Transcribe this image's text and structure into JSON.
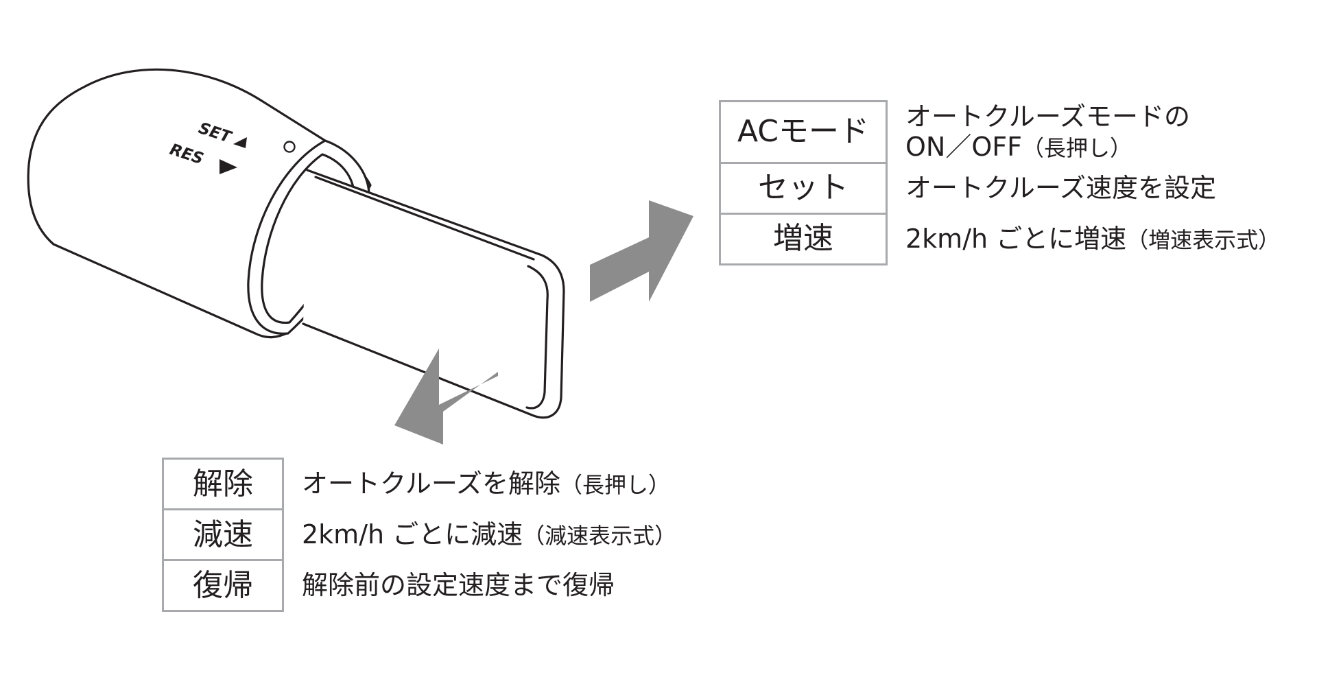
{
  "lever": {
    "set_label": "SET",
    "res_label": "RES"
  },
  "top_table": {
    "rows": [
      {
        "key": "ACモード",
        "line1": "オートクルーズモードの",
        "line2": "ON／OFF",
        "line2_paren": "（長押し）"
      },
      {
        "key": "セット",
        "desc": "オートクルーズ速度を設定"
      },
      {
        "key": "増速",
        "desc": "2km/h ごとに増速",
        "desc_paren": "（増速表示式）"
      }
    ]
  },
  "bottom_table": {
    "rows": [
      {
        "key": "解除",
        "desc": "オートクルーズを解除",
        "desc_paren": "（長押し）"
      },
      {
        "key": "減速",
        "desc": "2km/h ごとに減速",
        "desc_paren": "（減速表示式）"
      },
      {
        "key": "復帰",
        "desc": "解除前の設定速度まで復帰"
      }
    ]
  },
  "colors": {
    "arrow_fill": "#8c8c8c",
    "outline": "#231f20",
    "table_border": "#a7a9ac"
  },
  "icons": [
    "arrow-up-right-icon",
    "arrow-down-left-icon",
    "triangle-right-icon",
    "triangle-left-icon",
    "indicator-circle-icon"
  ]
}
